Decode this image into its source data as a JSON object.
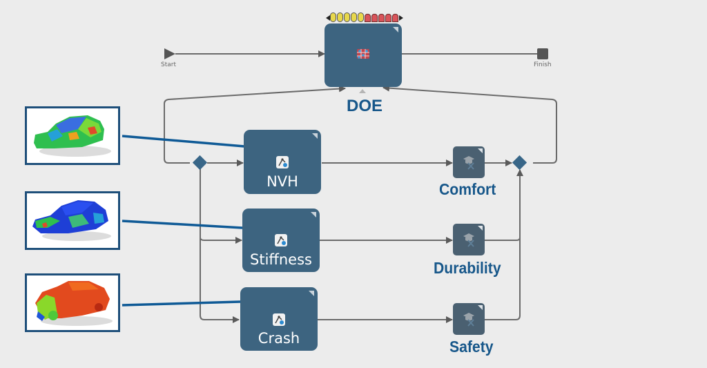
{
  "workflow": {
    "start_label": "Start",
    "finish_label": "Finish",
    "doe": {
      "label": "DOE",
      "inputs": {
        "yellow_count": 5,
        "yellow_color": "#e8d84c"
      },
      "outputs": {
        "red_count": 5,
        "red_color": "#d9545a"
      }
    },
    "simulations": [
      {
        "label": "NVH",
        "image": "nvh-car-model"
      },
      {
        "label": "Stiffness",
        "image": "stiffness-car-model"
      },
      {
        "label": "Crash",
        "image": "crash-car-model"
      }
    ],
    "outputs": [
      {
        "label": "Comfort"
      },
      {
        "label": "Durability"
      },
      {
        "label": "Safety"
      }
    ],
    "icons": {
      "simulation": "analysis-tool-icon",
      "output": "graduation-cap-x-icon",
      "doe": "doe-grid-icon"
    }
  },
  "colors": {
    "node": "#3d6480",
    "output_node": "#4a6071",
    "label": "#17578a",
    "wire": "#666666",
    "link": "#0f5a96",
    "background": "#ececec"
  }
}
